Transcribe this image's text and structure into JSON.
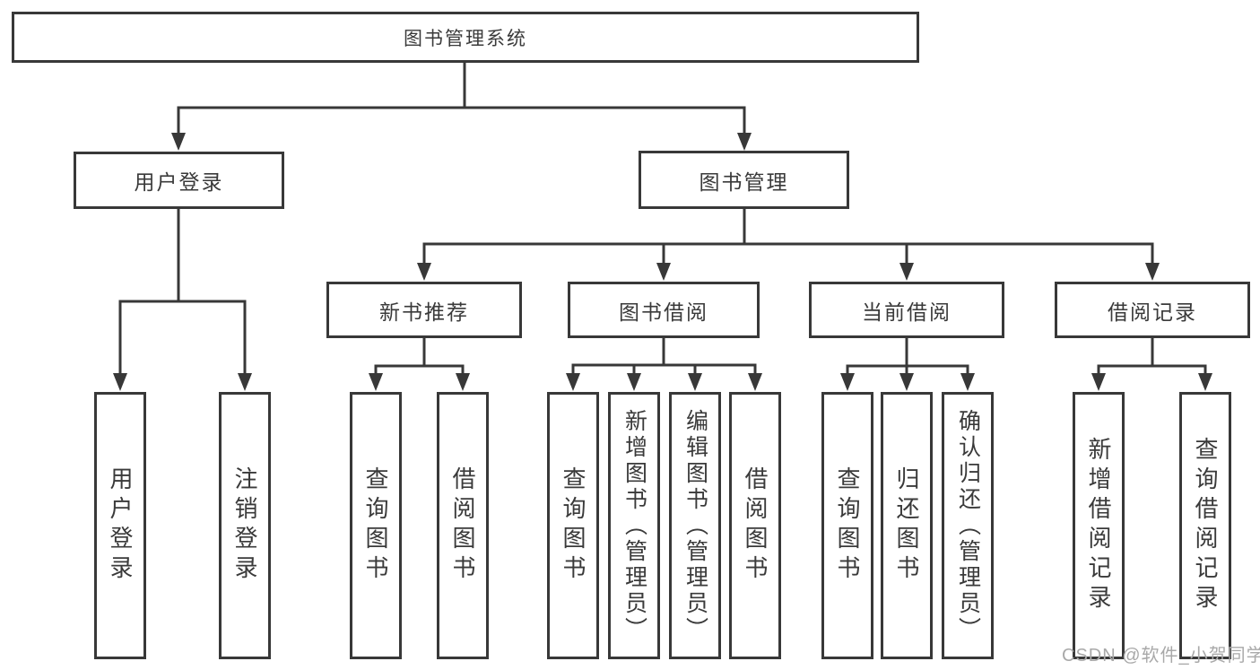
{
  "colors": {
    "line": "#383838",
    "text": "#3a3a3a",
    "watermark": "#a9a9a9",
    "background": "#ffffff"
  },
  "watermark": "CSDN @软件_小贺同学",
  "tree": {
    "label": "图书管理系统",
    "children": [
      {
        "label": "用户登录",
        "children": [
          {
            "label": "用户登录"
          },
          {
            "label": "注销登录"
          }
        ]
      },
      {
        "label": "图书管理",
        "children": [
          {
            "label": "新书推荐",
            "children": [
              {
                "label": "查询图书"
              },
              {
                "label": "借阅图书"
              }
            ]
          },
          {
            "label": "图书借阅",
            "children": [
              {
                "label": "查询图书"
              },
              {
                "label": "新增图书（管理员）"
              },
              {
                "label": "编辑图书（管理员）"
              },
              {
                "label": "借阅图书"
              }
            ]
          },
          {
            "label": "当前借阅",
            "children": [
              {
                "label": "查询图书"
              },
              {
                "label": "归还图书"
              },
              {
                "label": "确认归还（管理员）"
              }
            ]
          },
          {
            "label": "借阅记录",
            "children": [
              {
                "label": "新增借阅记录"
              },
              {
                "label": "查询借阅记录"
              }
            ]
          }
        ]
      }
    ]
  }
}
